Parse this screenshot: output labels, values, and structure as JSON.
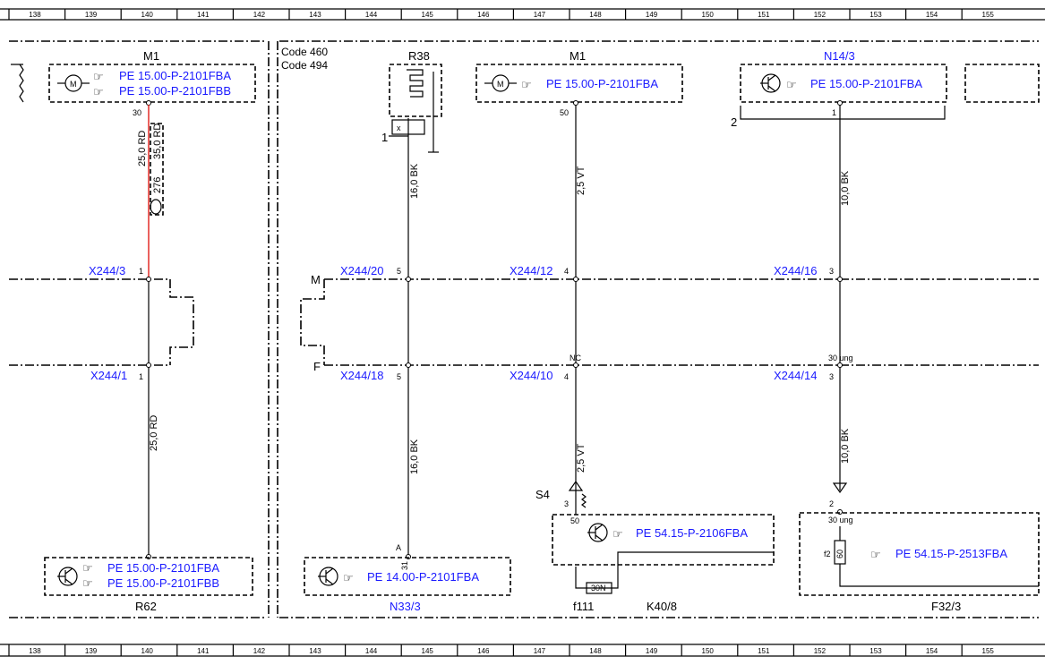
{
  "ruler": [
    "138",
    "139",
    "140",
    "141",
    "142",
    "143",
    "144",
    "145",
    "146",
    "147",
    "148",
    "149",
    "150",
    "151",
    "152",
    "153",
    "154",
    "155"
  ],
  "codes": [
    "Code 460",
    "Code 494"
  ],
  "components": {
    "m1_left": {
      "label": "M1",
      "refs": [
        "PE 15.00-P-2101FBA",
        "PE 15.00-P-2101FBB"
      ],
      "pin": "30"
    },
    "r38": {
      "label": "R38",
      "pin": "1",
      "x": "x"
    },
    "m1_mid": {
      "label": "M1",
      "ref": "PE 15.00-P-2101FBA",
      "pin": "50"
    },
    "n14_3": {
      "label": "N14/3",
      "ref": "PE 15.00-P-2101FBA",
      "pin": "1",
      "side": "2"
    },
    "r62": {
      "label": "R62",
      "refs": [
        "PE 15.00-P-2101FBA",
        "PE 15.00-P-2101FBB"
      ]
    },
    "n33_3": {
      "label": "N33/3",
      "ref": "PE 14.00-P-2101FBA",
      "pin": "31",
      "pinA": "A"
    },
    "k40_8": {
      "label": "K40/8",
      "ref": "PE 54.15-P-2106FBA",
      "fuse": "f111",
      "relay": "30N",
      "s4": "S4",
      "pin3": "3",
      "pin50": "50"
    },
    "f32_3": {
      "label": "F32/3",
      "ref": "PE 54.15-P-2513FBA",
      "fuse": "f2",
      "amp": "60",
      "pin2": "2",
      "pin30": "30 ung"
    }
  },
  "wires": {
    "w1a": "25,0 RD",
    "w1b": "35,0 RD",
    "w1c": "276",
    "w2": "16,0 BK",
    "w3": "2,5 VT",
    "w4": "10,0 BK",
    "w5": "25,0 RD",
    "w6": "16,0 BK",
    "w7": "2,5 VT",
    "w8": "10,0 BK"
  },
  "connectors": {
    "top": [
      {
        "name": "X244/3",
        "pin": "1"
      },
      {
        "name": "X244/20",
        "pin": "5"
      },
      {
        "name": "X244/12",
        "pin": "4"
      },
      {
        "name": "X244/16",
        "pin": "3"
      }
    ],
    "bottom": [
      {
        "name": "X244/1",
        "pin": "1"
      },
      {
        "name": "X244/18",
        "pin": "5"
      },
      {
        "name": "X244/10",
        "pin": "4"
      },
      {
        "name": "X244/14",
        "pin": "3"
      }
    ],
    "bus_m": "M",
    "bus_f": "F",
    "nc": "NC",
    "ung": "30 ung"
  },
  "colors": {
    "link": "#1a1aff",
    "wire_red": "#e0201a",
    "ink": "#000000"
  }
}
